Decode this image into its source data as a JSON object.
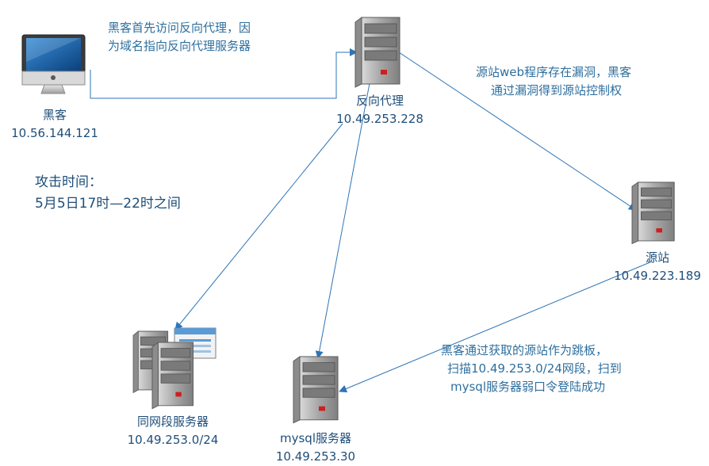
{
  "nodes": {
    "hacker": {
      "label": "黑客",
      "ip": "10.56.144.121",
      "icon": "imac-computer-icon"
    },
    "proxy": {
      "label": "反向代理",
      "ip": "10.49.253.228",
      "icon": "server-tower-icon"
    },
    "origin": {
      "label": "源站",
      "ip": "10.49.223.189",
      "icon": "server-tower-icon"
    },
    "segment": {
      "label": "同网段服务器",
      "ip": "10.49.253.0/24",
      "icon": "server-group-icon"
    },
    "mysql": {
      "label": "mysql服务器",
      "ip": "10.49.253.30",
      "icon": "server-tower-icon"
    }
  },
  "notes": {
    "step1": [
      "黑客首先访问反向代理，因",
      "为域名指向反向代理服务器"
    ],
    "step2": [
      "源站web程序存在漏洞，黑客",
      "通过漏洞得到源站控制权"
    ],
    "step3": [
      "黑客通过获取的源站作为跳板，",
      "扫描10.49.253.0/24网段，扫到",
      "mysql服务器弱口令登陆成功"
    ],
    "time": [
      "攻击时间：",
      "5月5日17时—22时之间"
    ]
  },
  "colors": {
    "line": "#2e75b6",
    "note_text": "#2e6f9e",
    "label_text": "#1f4e79"
  }
}
